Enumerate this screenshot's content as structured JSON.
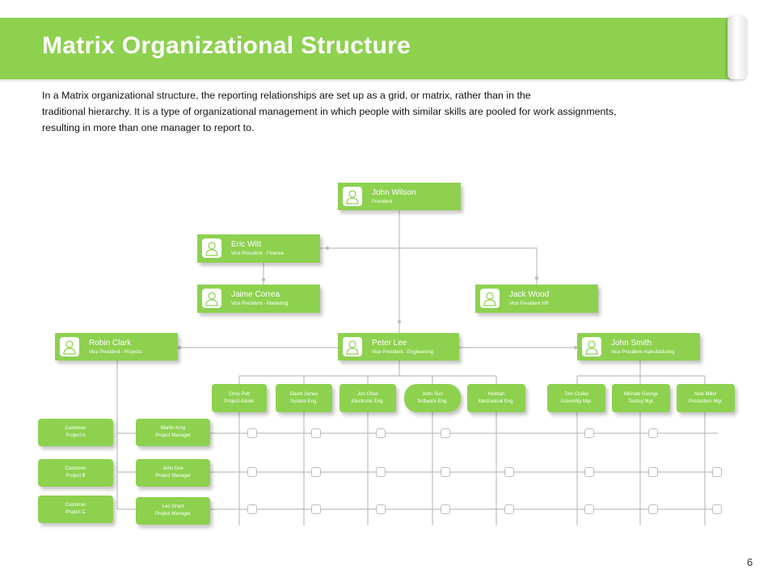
{
  "slide": {
    "title": "Matrix Organizational Structure",
    "intro_line1": "In a Matrix organizational structure, the reporting relationships are set up as a grid, or matrix, rather than in the",
    "intro_line2": "traditional hierarchy. It is a type of organizational management in which people with similar skills are pooled for work assignments,",
    "intro_line3": "resulting in more than one manager to report to.",
    "page_number": "6"
  },
  "colors": {
    "accent": "#8dd14f",
    "line": "#bdbdbd"
  },
  "icons": {
    "person": "person-icon"
  },
  "executives": {
    "president": {
      "name": "John Wilson",
      "role": "President"
    },
    "finance": {
      "name": "Eric Witt",
      "role": "Vice President - Finance"
    },
    "marketing": {
      "name": "Jaime Correa",
      "role": "Vice President - Marketing"
    },
    "hr": {
      "name": "Jack Wood",
      "role": "Vice President HR"
    },
    "projects": {
      "name": "Robin Clark",
      "role": "Vice President - Projects"
    },
    "engineering": {
      "name": "Peter Lee",
      "role": "Vice President - Engineering"
    },
    "manufacturing": {
      "name": "John Smith",
      "role": "Vice President-manufacturing"
    }
  },
  "staff": [
    {
      "name": "Chris Pott",
      "role": "Project Admin"
    },
    {
      "name": "David James",
      "role": "System Eng."
    },
    {
      "name": "Jon Chan",
      "role": "Electronic Eng."
    },
    {
      "name": "John Sun",
      "role": "Software Eng."
    },
    {
      "name": "Helman",
      "role": "Mechanical Eng."
    },
    {
      "name": "Tom Crales",
      "role": "Assembly Mgr."
    },
    {
      "name": "Michale George",
      "role": "Testing Mgr."
    },
    {
      "name": "Nick Miller",
      "role": "Production Mgr."
    }
  ],
  "projects": [
    {
      "customer_1": "Customer",
      "customer_2": "Project A",
      "manager_name": "Martin King",
      "manager_role": "Project Manager"
    },
    {
      "customer_1": "Customer",
      "customer_2": "Project B",
      "manager_name": "John Doe",
      "manager_role": "Project Manager"
    },
    {
      "customer_1": "Customer",
      "customer_2": "Project C",
      "manager_name": "Leo Grant",
      "manager_role": "Project Manager"
    }
  ]
}
